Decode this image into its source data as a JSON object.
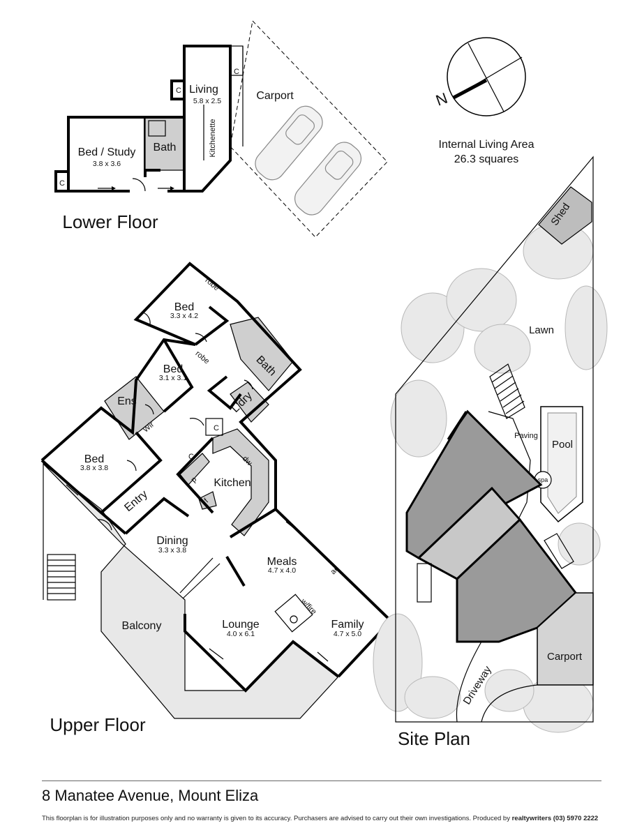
{
  "lower_floor": {
    "heading": "Lower Floor",
    "rooms": {
      "living": {
        "name": "Living",
        "size": "5.8 x 2.5"
      },
      "bed_study": {
        "name": "Bed / Study",
        "size": "3.8 x 3.6"
      },
      "bath": "Bath",
      "kitchenette": "Kitchenette",
      "carport": "Carport",
      "cupboard": "C"
    }
  },
  "upper_floor": {
    "heading": "Upper Floor",
    "rooms": {
      "bed1": {
        "name": "Bed",
        "size": "3.3 x 4.2"
      },
      "bed2": {
        "name": "Bed",
        "size": "3.1 x 3.1"
      },
      "bed3": {
        "name": "Bed",
        "size": "3.8 x 3.8"
      },
      "robe": "robe",
      "bath": "Bath",
      "ens": "Ens",
      "wir": "Wir",
      "laundry": "L'dry",
      "kitchen": "Kitchen",
      "dw": "dw",
      "pantry": "p",
      "fridge": "f",
      "cupboard": "C",
      "entry": "Entry",
      "dining": {
        "name": "Dining",
        "size": "3.3 x 3.8"
      },
      "meals": {
        "name": "Meals",
        "size": "4.7 x 4.0"
      },
      "ac": "ac",
      "lounge": {
        "name": "Lounge",
        "size": "4.0 x 6.1"
      },
      "wfire": "w/fire",
      "family": {
        "name": "Family",
        "size": "4.7 x 5.0"
      },
      "balcony": "Balcony"
    }
  },
  "site_plan": {
    "heading": "Site Plan",
    "labels": {
      "shed": "Shed",
      "lawn": "Lawn",
      "paving": "Paving",
      "pool": "Pool",
      "spa": "spa",
      "carport": "Carport",
      "driveway": "Driveway"
    }
  },
  "compass": {
    "north": "N"
  },
  "internal_living_area": {
    "line1": "Internal Living Area",
    "line2": "26.3 squares"
  },
  "address": "8 Manatee Avenue, Mount Eliza",
  "disclaimer": {
    "text": "This floorplan is for illustration purposes only and no warranty is given to its accuracy. Purchasers are advised to carry out their own investigations. Produced by ",
    "brand": "realtywriters",
    "phone": "(03) 5970 2222"
  }
}
